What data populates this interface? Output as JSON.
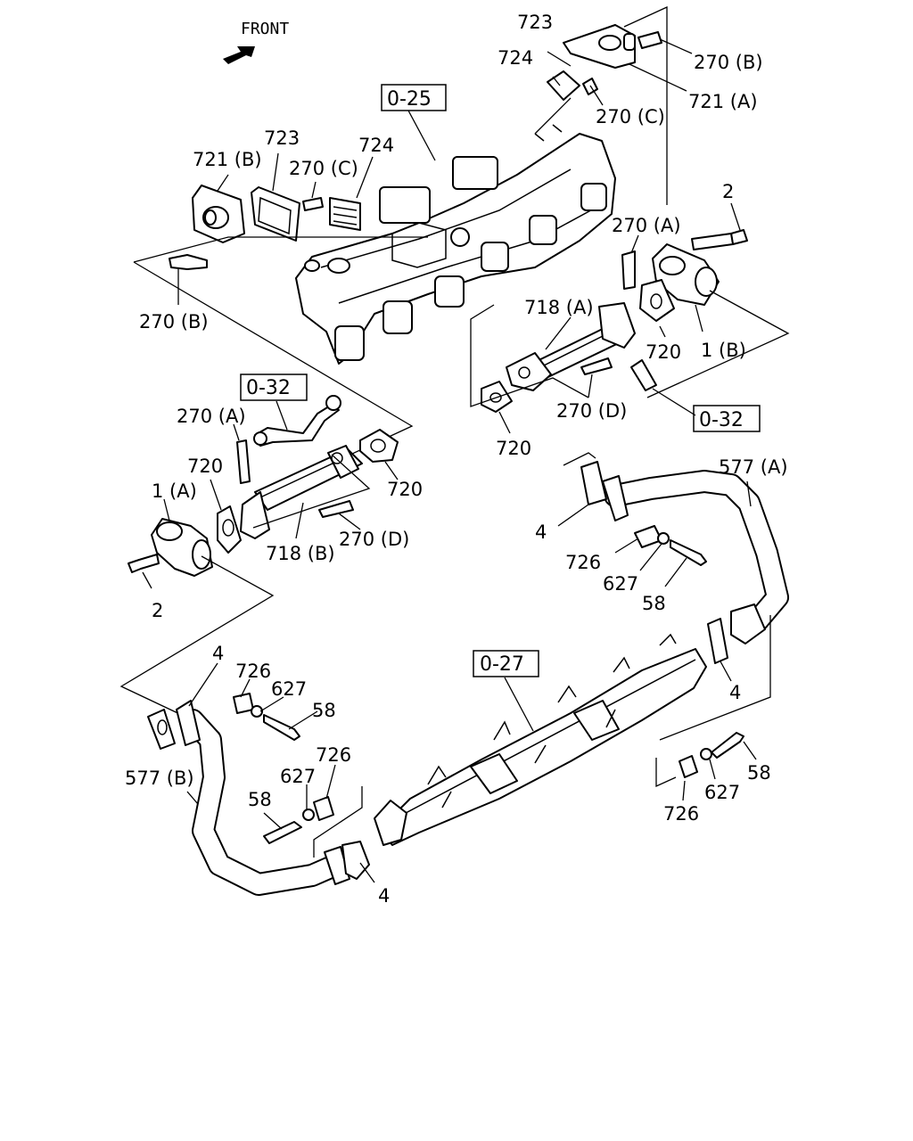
{
  "header": {
    "front_label": "FRONT"
  },
  "references": {
    "r025": "0-25",
    "r032a": "0-32",
    "r032b": "0-32",
    "r027": "0-27"
  },
  "labels": {
    "l723a": "723",
    "l724a": "724",
    "l270Ba": "270 (B)",
    "l721A": "721 (A)",
    "l270Ca": "270 (C)",
    "l721B": "721 (B)",
    "l723b": "723",
    "l724b": "724",
    "l270Cb": "270 (C)",
    "l270Bb": "270 (B)",
    "l2a": "2",
    "l270Aa": "270 (A)",
    "l718A": "718 (A)",
    "l720a": "720",
    "l1B": "1 (B)",
    "l270Da": "270 (D)",
    "l720b": "720",
    "l270Ab": "270 (A)",
    "l720c": "720",
    "l720d": "720",
    "l1A": "1 (A)",
    "l718B": "718 (B)",
    "l270Db": "270 (D)",
    "l2b": "2",
    "l577A": "577 (A)",
    "l4a": "4",
    "l726a": "726",
    "l627a": "627",
    "l58a": "58",
    "l4b": "4",
    "l4c": "4",
    "l726b": "726",
    "l627b": "627",
    "l58b": "58",
    "l577B": "577 (B)",
    "l726c": "726",
    "l627c": "627",
    "l58c": "58",
    "l4d": "4",
    "l58d": "58",
    "l627d": "627",
    "l726d": "726"
  }
}
